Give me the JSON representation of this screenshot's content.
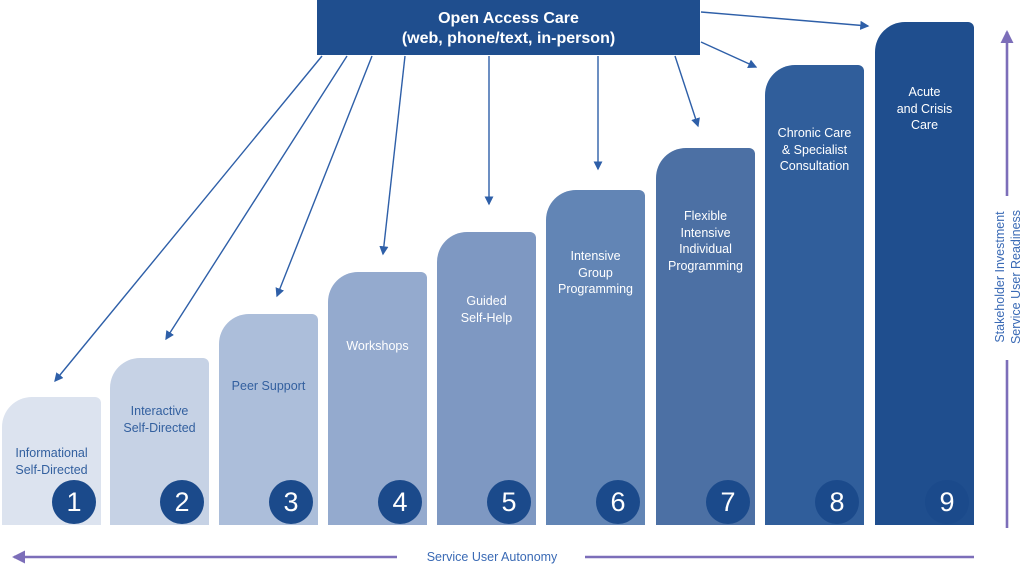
{
  "title_box": {
    "line1": "Open Access Care",
    "line2": "(web, phone/text, in-person)"
  },
  "steps": [
    {
      "number": "1",
      "label": "Informational\nSelf-Directed",
      "fill": "#DCE3EF",
      "label_color": "#33609F"
    },
    {
      "number": "2",
      "label": "Interactive\nSelf-Directed",
      "fill": "#C6D2E5",
      "label_color": "#33609F"
    },
    {
      "number": "3",
      "label": "Peer Support",
      "fill": "#ACBEDA",
      "label_color": "#33609F"
    },
    {
      "number": "4",
      "label": "Workshops",
      "fill": "#94AACE",
      "label_color": "#FFFFFF"
    },
    {
      "number": "5",
      "label": "Guided\nSelf-Help",
      "fill": "#7E98C2",
      "label_color": "#FFFFFF"
    },
    {
      "number": "6",
      "label": "Intensive\nGroup\nProgramming",
      "fill": "#6285B5",
      "label_color": "#FFFFFF"
    },
    {
      "number": "7",
      "label": "Flexible\nIntensive\nIndividual\nProgramming",
      "fill": "#4C70A4",
      "label_color": "#FFFFFF"
    },
    {
      "number": "8",
      "label": "Chronic Care\n& Specialist\nConsultation",
      "fill": "#305E9B",
      "label_color": "#FFFFFF"
    },
    {
      "number": "9",
      "label": "Acute\nand Crisis\nCare",
      "fill": "#1F4E8E",
      "label_color": "#FFFFFF"
    }
  ],
  "axes": {
    "bottom_label": "Service User Autonomy",
    "right_labels": [
      "Stakeholder Investment",
      "Service User Readiness"
    ]
  },
  "colors": {
    "header_bg": "#1F4E8E",
    "header_text": "#FFFFFF",
    "arrow_blue": "#2E5FA8",
    "axis_purple": "#7C6EB9",
    "axis_label_blue": "#3A6AB5",
    "badge_navy": "#1B4A8B",
    "badge_text": "#FFFFFF"
  }
}
